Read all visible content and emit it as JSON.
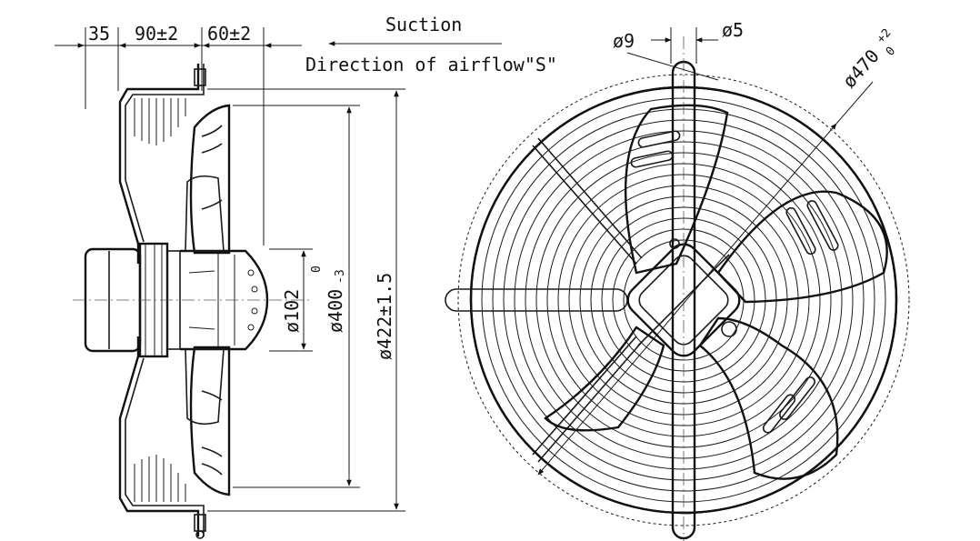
{
  "side_view": {
    "dim_35": "35",
    "dim_90": "90±2",
    "dim_60": "60±2",
    "dia_hub": "ø102",
    "dia_blade": "ø400",
    "dia_blade_tol_upper": "0",
    "dia_blade_tol_lower": "-3",
    "dia_guard": "ø422±1.5"
  },
  "airflow": {
    "suction_label": "Suction",
    "direction_label": "Direction of airflow\"S\""
  },
  "front_view": {
    "dia_hole_9": "ø9",
    "dia_hole_5": "ø5",
    "dia_outer": "ø470",
    "dia_outer_tol_upper": "+2",
    "dia_outer_tol_lower": "0"
  }
}
